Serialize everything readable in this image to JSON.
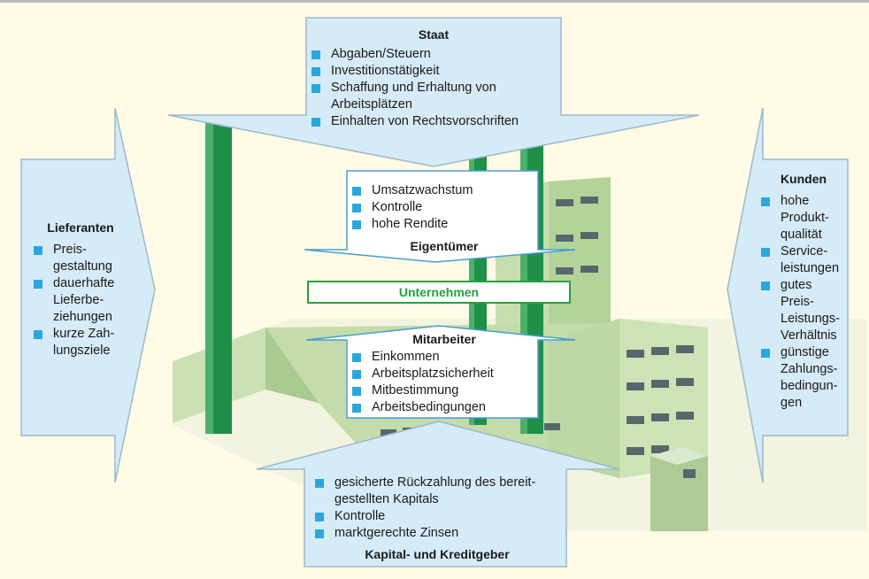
{
  "staat": {
    "title": "Staat",
    "items": [
      "Abgaben/Steuern",
      "Investitionstätigkeit",
      "Schaffung und Erhaltung von Arbeitsplätzen",
      "Einhalten von Rechtsvorschriften"
    ]
  },
  "eigentuemer": {
    "title": "Eigentümer",
    "items": [
      "Umsatzwachstum",
      "Kontrolle",
      "hohe Rendite"
    ]
  },
  "unternehmen": {
    "label": "Unternehmen"
  },
  "mitarbeiter": {
    "title": "Mitarbeiter",
    "items": [
      "Einkommen",
      "Arbeitsplatzsicherheit",
      "Mitbestimmung",
      "Arbeitsbedingungen"
    ]
  },
  "lieferanten": {
    "title": "Lieferanten",
    "items": [
      "Preis-gestaltung",
      "dauerhafte Lieferbe-ziehungen",
      "kurze Zah-lungsziele"
    ]
  },
  "kunden": {
    "title": "Kunden",
    "items": [
      "hohe Produkt-qualität",
      "Service-leistungen",
      "gutes Preis-Leistungs-Verhältnis",
      "günstige Zahlungs-bedingun-gen"
    ]
  },
  "kapitalgeber": {
    "title": "Kapital- und Kreditgeber",
    "items": [
      "gesicherte Rückzahlung des bereit-gestellten Kapitals",
      "Kontrolle",
      "marktgerechte Zinsen"
    ]
  },
  "colors": {
    "arrow_fill": "#d5ebf7",
    "arrow_stroke": "#9cb9c9",
    "bullet": "#2aa7df",
    "building": "#b5d49c",
    "chimney": "#1f8f4a",
    "accent_green": "#23a23a"
  }
}
